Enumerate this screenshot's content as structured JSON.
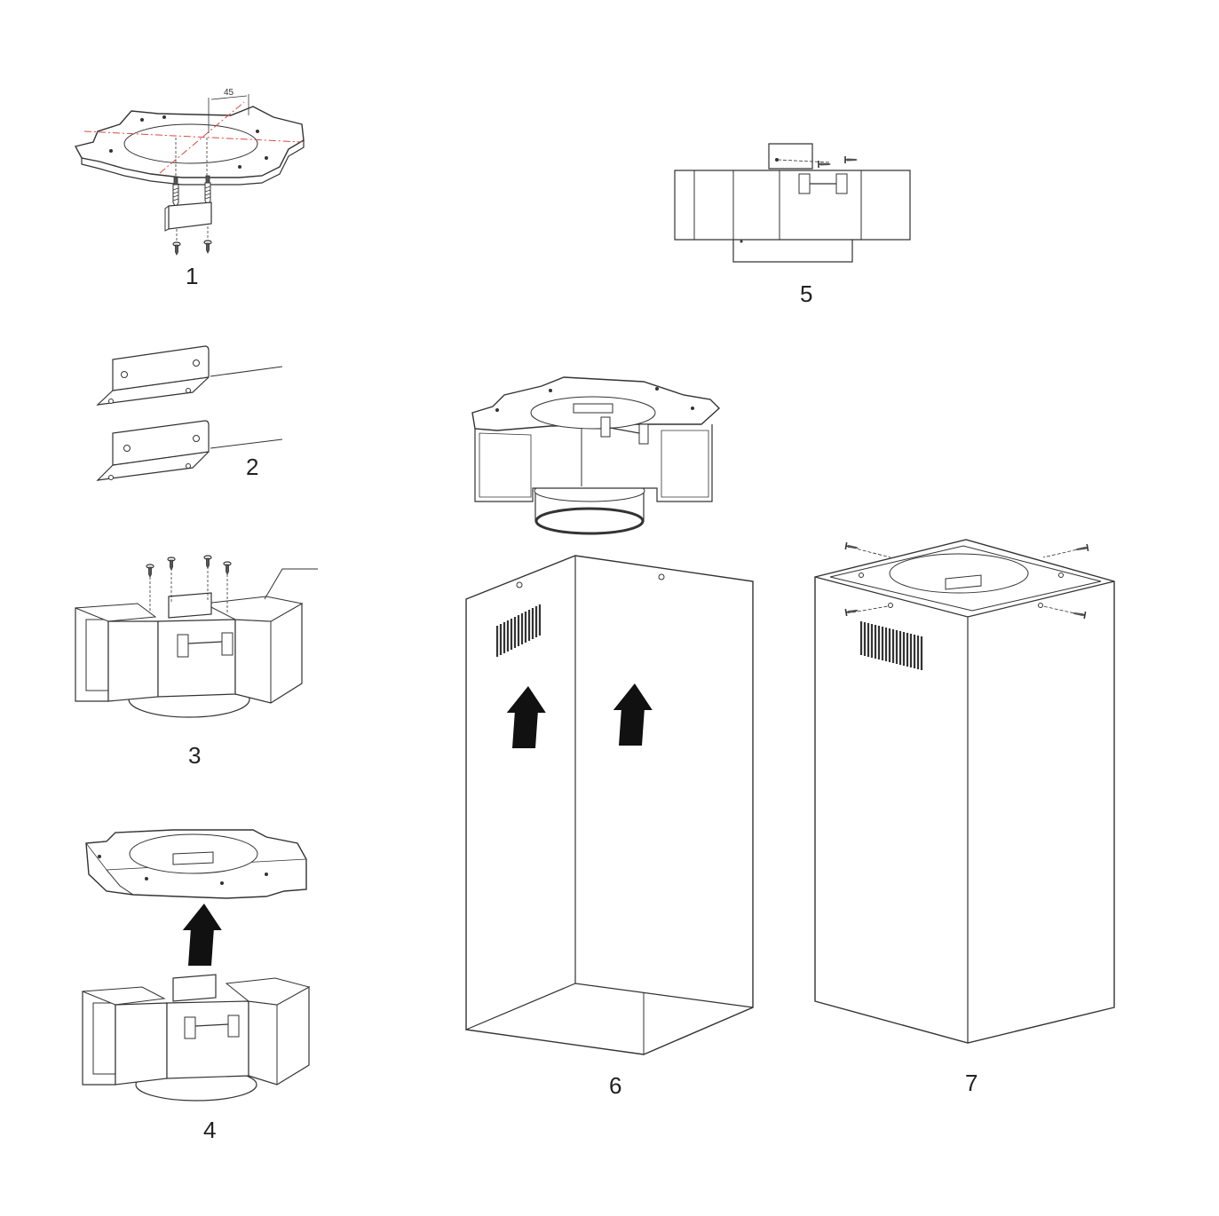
{
  "steps": [
    {
      "id": "1",
      "label": "1"
    },
    {
      "id": "2",
      "label": "2"
    },
    {
      "id": "3",
      "label": "3"
    },
    {
      "id": "4",
      "label": "4"
    },
    {
      "id": "5",
      "label": "5"
    },
    {
      "id": "6",
      "label": "6"
    },
    {
      "id": "7",
      "label": "7"
    }
  ],
  "dimension_label": "45",
  "colors": {
    "line": "#333333",
    "guide": "#d94848",
    "arrow": "#111111"
  }
}
